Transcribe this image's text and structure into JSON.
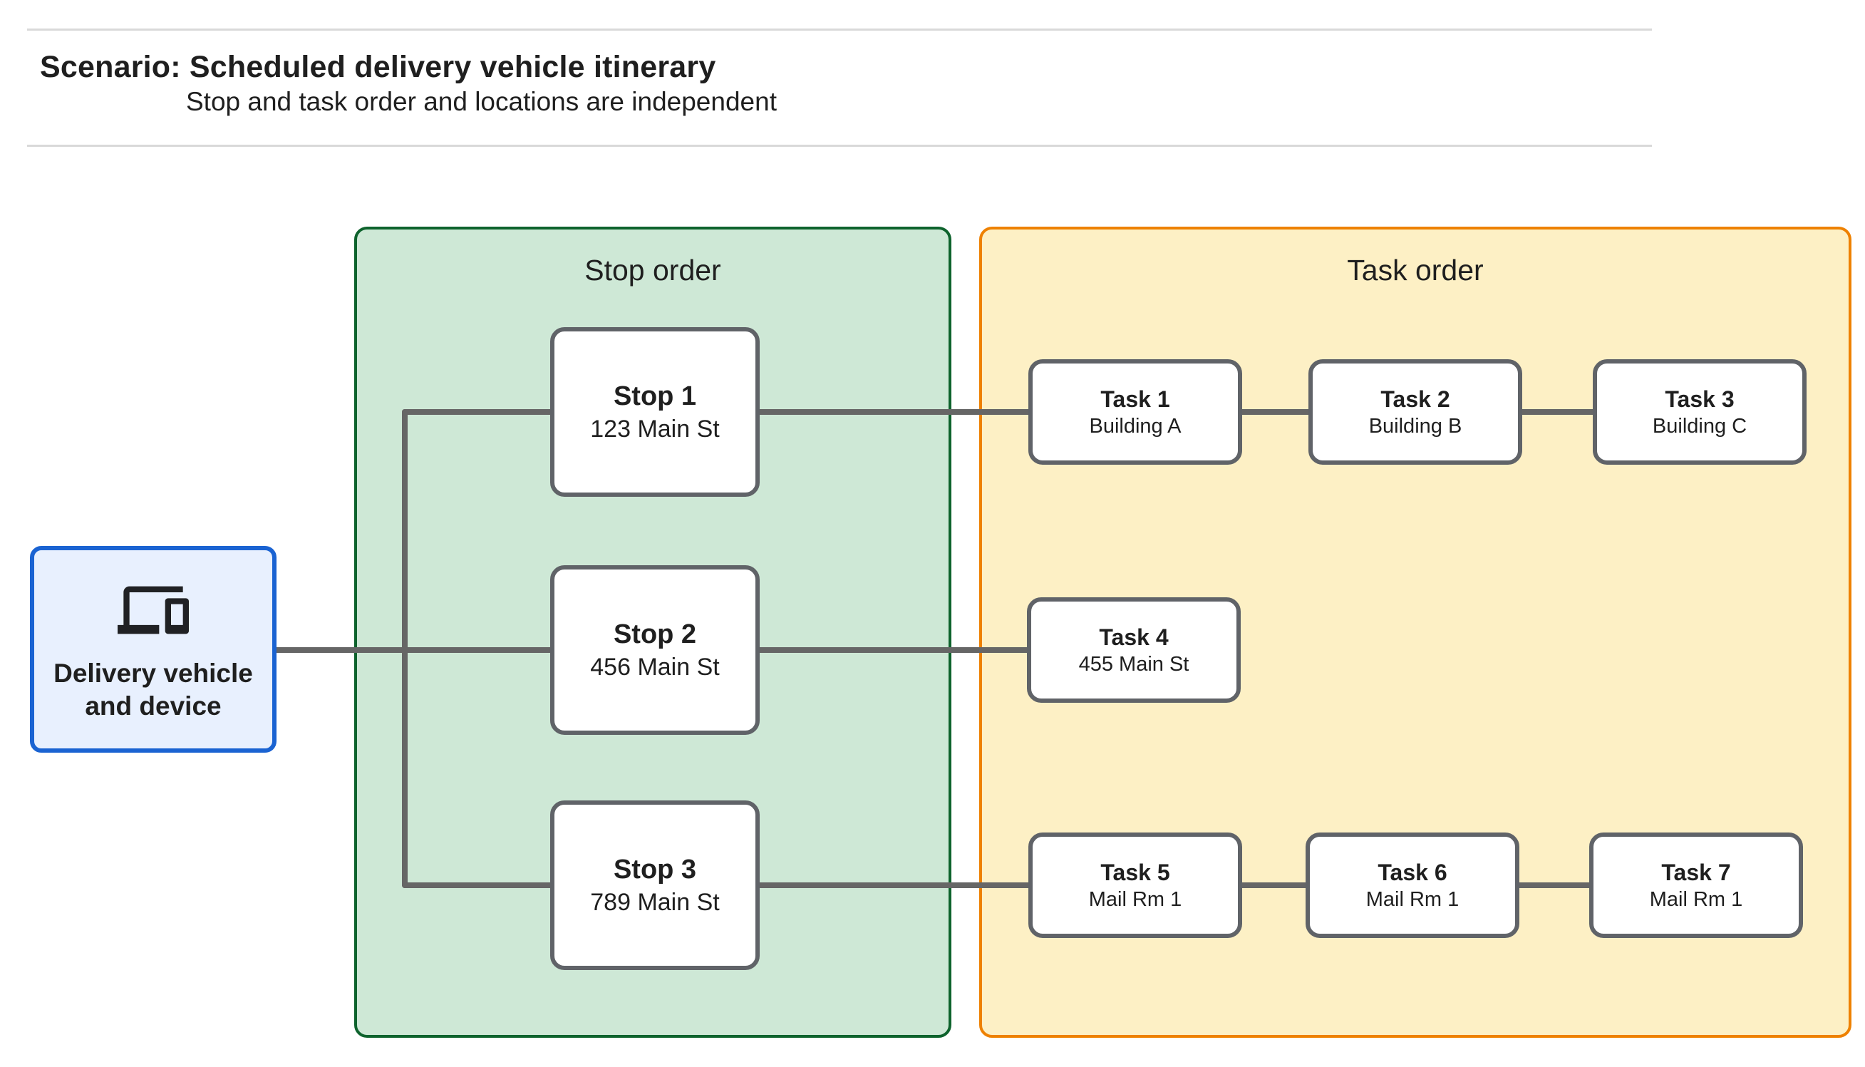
{
  "header": {
    "title": "Scenario: Scheduled delivery vehicle itinerary",
    "subtitle": "Stop and task order and locations are independent"
  },
  "device": {
    "icon": "devices-icon",
    "label_lines": [
      "Delivery vehicle",
      "and device"
    ]
  },
  "panels": {
    "stop_order": {
      "title": "Stop order"
    },
    "task_order": {
      "title": "Task order"
    }
  },
  "stops": [
    {
      "title": "Stop 1",
      "subtitle": "123 Main St"
    },
    {
      "title": "Stop 2",
      "subtitle": "456 Main St"
    },
    {
      "title": "Stop 3",
      "subtitle": "789 Main St"
    }
  ],
  "tasks": [
    {
      "title": "Task 1",
      "subtitle": "Building A"
    },
    {
      "title": "Task 2",
      "subtitle": "Building B"
    },
    {
      "title": "Task 3",
      "subtitle": "Building C"
    },
    {
      "title": "Task 4",
      "subtitle": "455 Main St"
    },
    {
      "title": "Task 5",
      "subtitle": "Mail Rm 1"
    },
    {
      "title": "Task 6",
      "subtitle": "Mail Rm 1"
    },
    {
      "title": "Task 7",
      "subtitle": "Mail Rm 1"
    }
  ],
  "colors": {
    "text_color": "#1f1f1f",
    "rule_color": "#d9d9d9",
    "line_color": "#666666",
    "node_border": "#606368",
    "green_fill": "#cee8d6",
    "green_border": "#0e632d",
    "yellow_fill": "#fdf0c5",
    "orange_border": "#ee8100",
    "blue_fill": "#e8f0fe",
    "blue_border": "#1a63d2",
    "icon_color": "#202124"
  }
}
